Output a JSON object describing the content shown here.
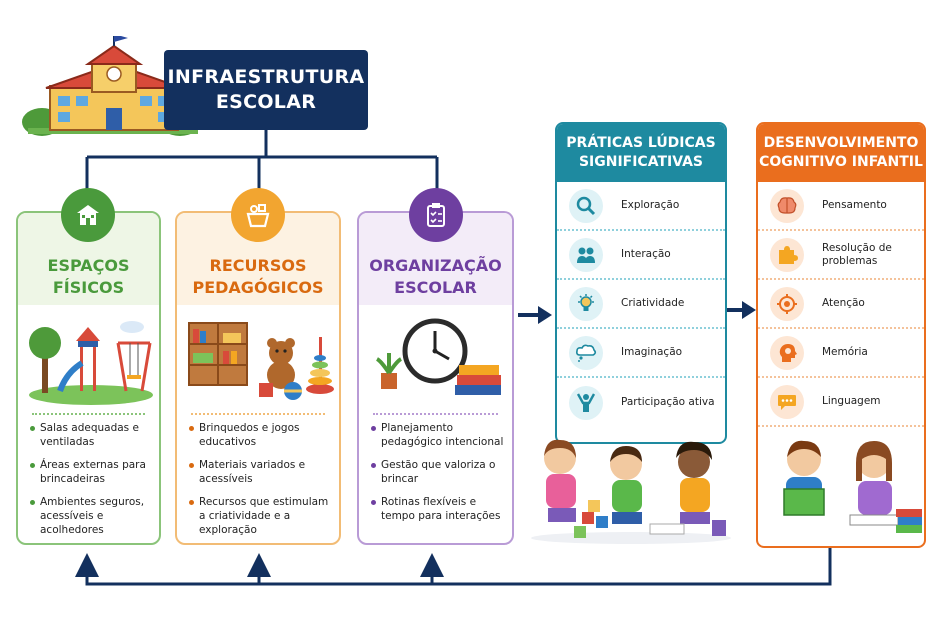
{
  "title": {
    "line1": "INFRAESTRUTURA",
    "line2": "ESCOLAR"
  },
  "columns": [
    {
      "title1": "ESPAÇOS",
      "title2": "FÍSICOS",
      "color": "#4a9a3c",
      "bg": "#eef6e6",
      "border": "#8bc47a",
      "icon": "school-building-icon",
      "items": [
        "Salas adequadas e ventiladas",
        "Áreas externas para brincadeiras",
        "Ambientes seguros, acessíveis e acolhedores"
      ]
    },
    {
      "title1": "RECURSOS",
      "title2": "PEDAGÓGICOS",
      "color": "#d96a10",
      "bg": "#fdf2e2",
      "border": "#f2bc75",
      "icon": "basket-icon",
      "items": [
        "Brinquedos e jogos educativos",
        "Materiais variados e acessíveis",
        "Recursos que estimulam a criatividade e a exploração"
      ]
    },
    {
      "title1": "ORGANIZAÇÃO",
      "title2": "ESCOLAR",
      "color": "#6e3fa0",
      "bg": "#f3ecf8",
      "border": "#b99bd6",
      "icon": "clipboard-checklist-icon",
      "items": [
        "Planejamento pedagógico intencional",
        "Gestão que valoriza o brincar",
        "Rotinas flexíveis e tempo para interações"
      ]
    }
  ],
  "praticas": {
    "title1": "PRÁTICAS LÚDICAS",
    "title2": "SIGNIFICATIVAS",
    "color": "#1e8aa0",
    "items": [
      {
        "label": "Exploração",
        "icon": "magnifier-icon"
      },
      {
        "label": "Interação",
        "icon": "people-icon"
      },
      {
        "label": "Criatividade",
        "icon": "lightbulb-icon"
      },
      {
        "label": "Imaginação",
        "icon": "thought-cloud-icon"
      },
      {
        "label": "Participação ativa",
        "icon": "raised-arms-person-icon"
      }
    ]
  },
  "desenvolvimento": {
    "title1": "DESENVOLVIMENTO",
    "title2": "COGNITIVO INFANTIL",
    "color": "#ea6e1e",
    "items": [
      {
        "label": "Pensamento",
        "icon": "brain-icon"
      },
      {
        "label": "Resolução de problemas",
        "icon": "puzzle-icon"
      },
      {
        "label": "Atenção",
        "icon": "target-icon"
      },
      {
        "label": "Memória",
        "icon": "head-memory-icon"
      },
      {
        "label": "Linguagem",
        "icon": "speech-bubble-icon"
      }
    ]
  }
}
